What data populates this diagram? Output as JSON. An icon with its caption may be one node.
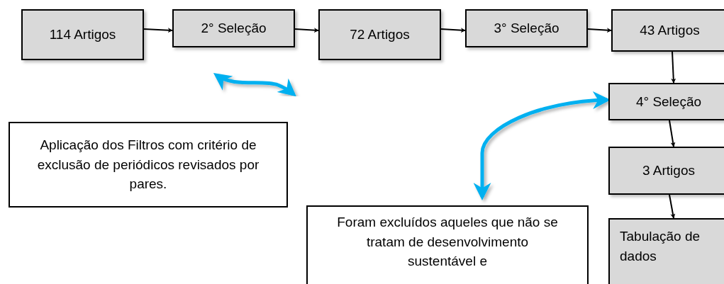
{
  "diagram": {
    "nodes": [
      {
        "text": [
          "114 Artigos"
        ]
      },
      {
        "text": [
          "2° Seleção"
        ]
      },
      {
        "text": [
          "72 Artigos"
        ]
      },
      {
        "text": [
          "3° Seleção"
        ]
      },
      {
        "text": [
          "43 Artigos"
        ]
      },
      {
        "text": [
          "4° Seleção"
        ]
      },
      {
        "text": [
          "3 Artigos"
        ]
      },
      {
        "text": [
          "Tabulação de dados"
        ]
      },
      {
        "text": [
          "Aplicação dos Filtros com critério de exclusão de periódicos revisados por pares."
        ]
      },
      {
        "text": [
          "Foram excluídos aqueles que não se tratam de desenvolvimento sustentável e"
        ]
      }
    ],
    "edges": [
      {
        "from": 0,
        "to": 1,
        "arrow": "to"
      },
      {
        "from": 1,
        "to": 2,
        "arrow": "to"
      },
      {
        "from": 2,
        "to": 3,
        "arrow": "to"
      },
      {
        "from": 3,
        "to": 4,
        "arrow": "to"
      },
      {
        "from": 4,
        "to": 5,
        "arrow": "to"
      },
      {
        "from": 5,
        "to": 6,
        "arrow": "to"
      },
      {
        "from": 6,
        "to": 7,
        "arrow": "to"
      },
      {
        "from": 5,
        "to": 9,
        "arrow": "both",
        "style": "thick",
        "color": "#00b0f0"
      }
    ]
  }
}
